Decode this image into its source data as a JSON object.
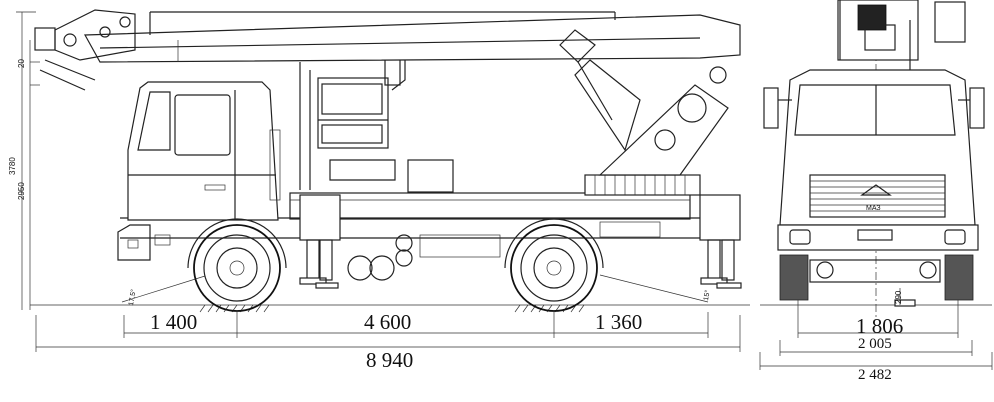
{
  "drawing": {
    "side_view": {
      "wheelbase_labels": {
        "front_overhang": "1 400",
        "wheelbase": "4 600",
        "rear_overhang": "1 360"
      },
      "overall_length": "8 940",
      "vertical_dims": {
        "top_gap": "20",
        "total_height": "3780",
        "cab_height": "2950"
      },
      "angles": {
        "approach": "17,5°",
        "departure": "15°"
      }
    },
    "front_view": {
      "track_width": "1 806",
      "outer_width": "2 005",
      "overall_width": "2 482",
      "clearance": "290",
      "brand_badge": "МАЗ"
    }
  }
}
